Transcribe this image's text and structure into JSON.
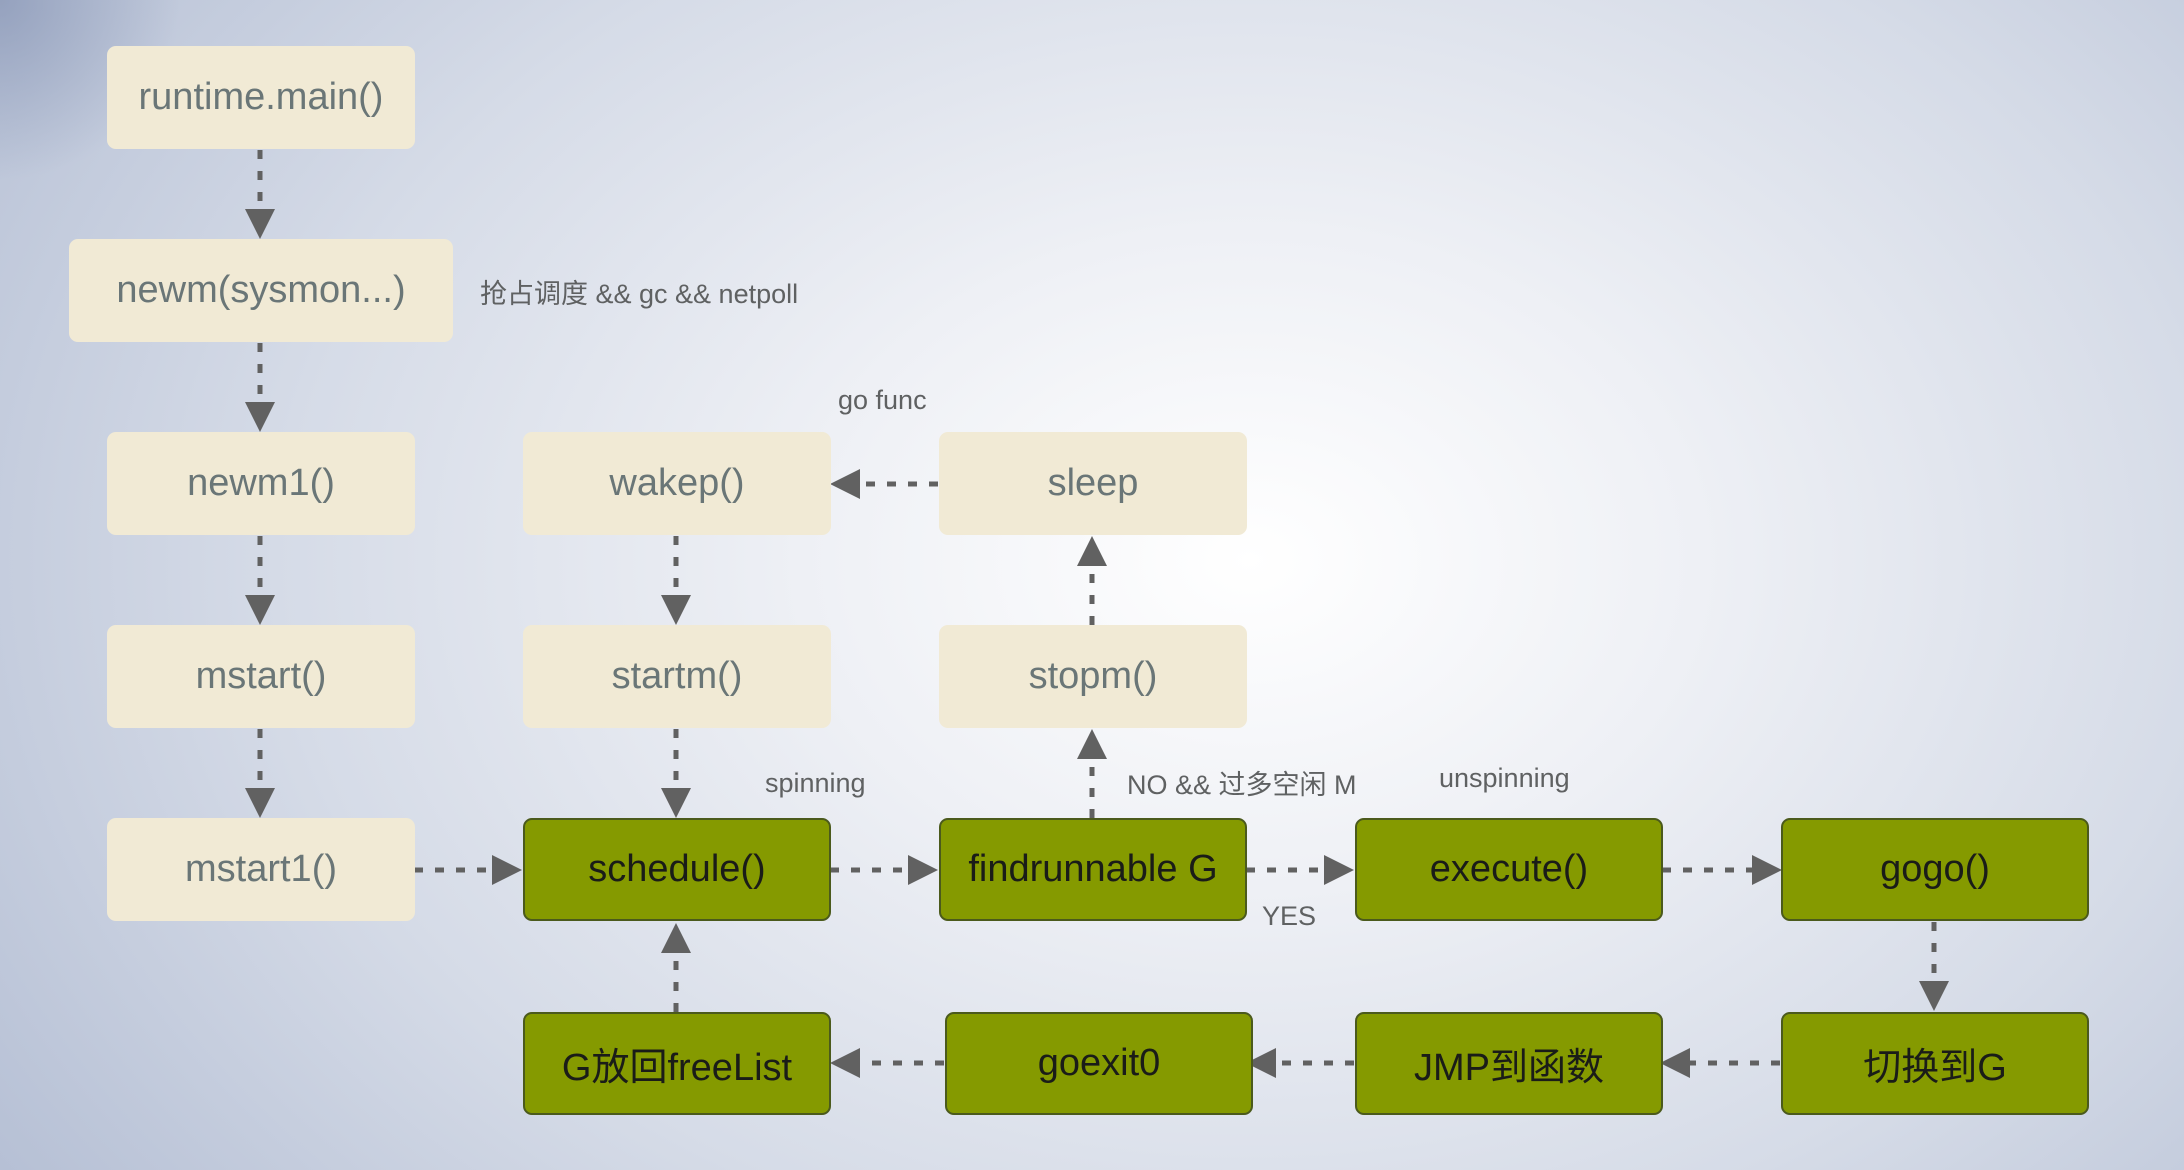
{
  "nodes": {
    "runtime_main": "runtime.main()",
    "newm": "newm(sysmon...)",
    "newm1": "newm1()",
    "mstart": "mstart()",
    "mstart1": "mstart1()",
    "wakep": "wakep()",
    "sleep": "sleep",
    "startm": "startm()",
    "stopm": "stopm()",
    "schedule": "schedule()",
    "findrunnable": "findrunnable G",
    "execute": "execute()",
    "gogo": "gogo()",
    "g_freelist": "G放回freeList",
    "goexit0": "goexit0",
    "jmp": "JMP到函数",
    "switch_g": "切换到G"
  },
  "labels": {
    "preempt": "抢占调度 && gc && netpoll",
    "go_func": "go func",
    "spinning": "spinning",
    "no_idle": "NO && 过多空闲 M",
    "unspinning": "unspinning",
    "yes": "YES"
  },
  "colors": {
    "light_box": "#f1ead5",
    "light_text": "#6a7677",
    "dark_box": "#859a00",
    "dark_border": "#4b5a1c",
    "arrow": "#616161"
  }
}
